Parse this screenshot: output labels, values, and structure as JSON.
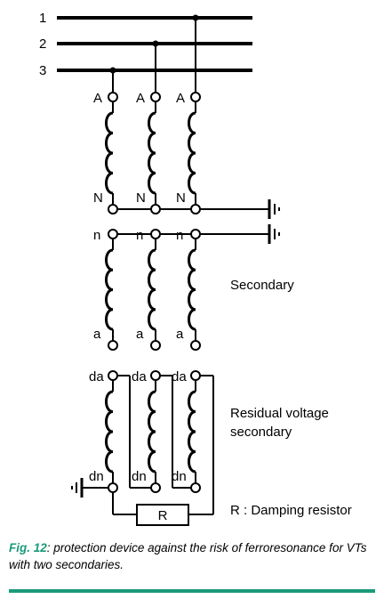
{
  "phases": [
    "1",
    "2",
    "3"
  ],
  "primary": {
    "top_label": "A",
    "bottom_label": "N"
  },
  "secondary": {
    "top_label": "n",
    "bottom_label": "a",
    "title": "Secondary"
  },
  "residual": {
    "top_label": "da",
    "bottom_label": "dn",
    "title_line1": "Residual voltage",
    "title_line2": "secondary"
  },
  "resistor": {
    "symbol": "R",
    "legend": "R : Damping resistor"
  },
  "caption": {
    "fig": "Fig. 12",
    "text": ": protection device against the risk of ferroresonance for VTs with two secondaries."
  },
  "colors": {
    "accent": "#1a9a7a",
    "ink": "#000000"
  }
}
